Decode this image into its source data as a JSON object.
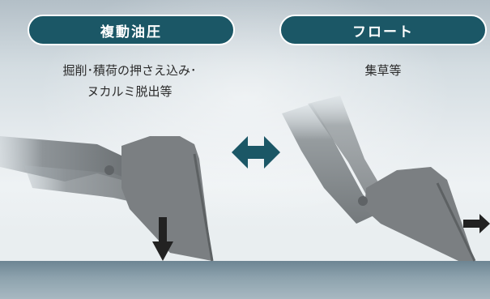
{
  "left": {
    "mode_label": "複動油圧",
    "description_line1": "掘削･積荷の押さえ込み･",
    "description_line2": "ヌカルミ脱出等"
  },
  "right": {
    "mode_label": "フロート",
    "description_line1": "集草等"
  },
  "colors": {
    "pill": "#1b5766",
    "arrow": "#1b5766",
    "bucket": "#7b7f82",
    "down_arrow": "#222222"
  }
}
